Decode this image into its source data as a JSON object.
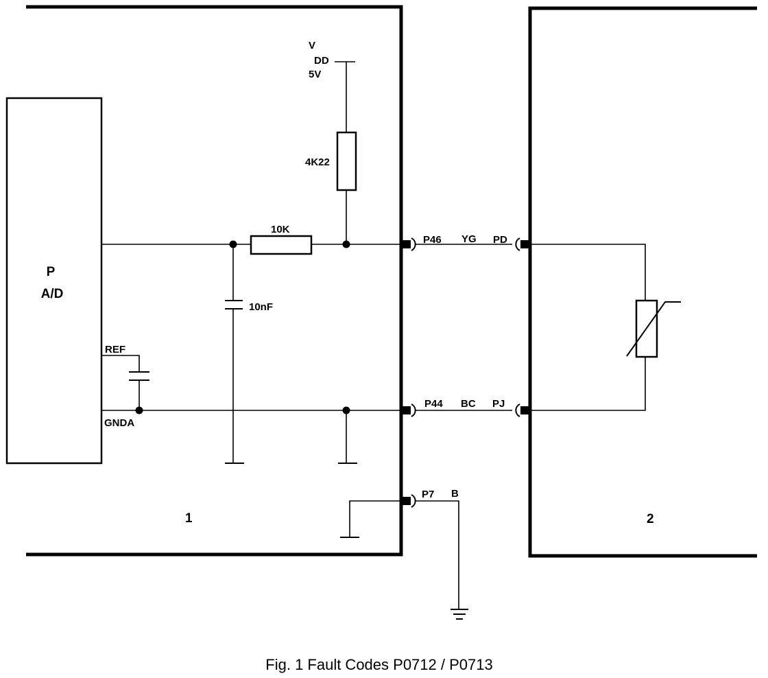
{
  "labels": {
    "vdd_v": "V",
    "vdd_dd": "DD",
    "vdd_5v": "5V",
    "r_pullup": "4K22",
    "r_series": "10K",
    "c_filter": "10nF",
    "mcu_p": "P",
    "mcu_ad": "A/D",
    "ref": "REF",
    "gnda": "GNDA",
    "pin_p46": "P46",
    "wire_yg": "YG",
    "pin_pd": "PD",
    "pin_p44": "P44",
    "wire_bc": "BC",
    "pin_pj": "PJ",
    "pin_p7": "P7",
    "wire_b": "B",
    "module1": "1",
    "module2": "2"
  },
  "caption": "Fig. 1 Fault Codes P0712 / P0713"
}
